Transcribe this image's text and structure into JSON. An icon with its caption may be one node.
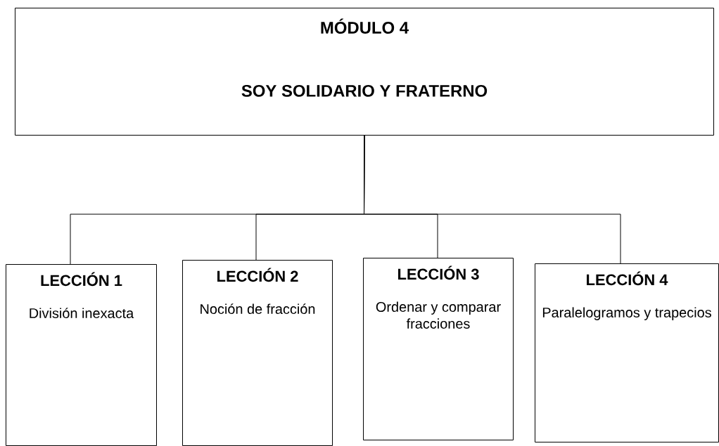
{
  "diagram": {
    "nodes": [
      {
        "text": [
          "MÓDULO 4",
          "SOY SOLIDARIO Y FRATERNO"
        ]
      },
      {
        "text": [
          "LECCIÓN 1",
          "División inexacta"
        ]
      },
      {
        "text": [
          "LECCIÓN 2",
          "Noción de fracción"
        ]
      },
      {
        "text": [
          "LECCIÓN 3",
          "Ordenar y comparar fracciones"
        ]
      },
      {
        "text": [
          "LECCIÓN 4",
          "Paralelogramos y trapecios"
        ]
      }
    ],
    "edges": [
      {
        "from": 0,
        "to": 1,
        "arrow": "none"
      },
      {
        "from": 0,
        "to": 2,
        "arrow": "none"
      },
      {
        "from": 0,
        "to": 3,
        "arrow": "none"
      },
      {
        "from": 0,
        "to": 4,
        "arrow": "none"
      }
    ]
  }
}
